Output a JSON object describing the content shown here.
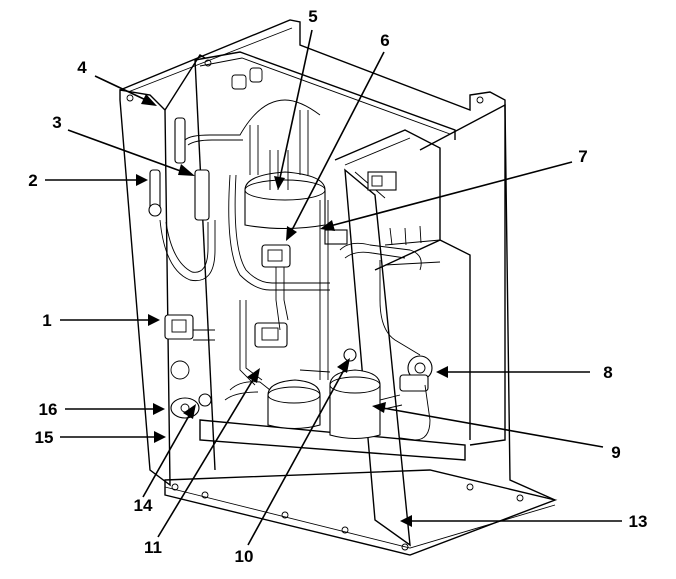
{
  "callouts": [
    {
      "id": "c1",
      "label": "1"
    },
    {
      "id": "c2",
      "label": "2"
    },
    {
      "id": "c3",
      "label": "3"
    },
    {
      "id": "c4",
      "label": "4"
    },
    {
      "id": "c5",
      "label": "5"
    },
    {
      "id": "c6",
      "label": "6"
    },
    {
      "id": "c7",
      "label": "7"
    },
    {
      "id": "c8",
      "label": "8"
    },
    {
      "id": "c9",
      "label": "9"
    },
    {
      "id": "c10",
      "label": "10"
    },
    {
      "id": "c11",
      "label": "11"
    },
    {
      "id": "c13",
      "label": "13"
    },
    {
      "id": "c14",
      "label": "14"
    },
    {
      "id": "c15",
      "label": "15"
    },
    {
      "id": "c16",
      "label": "16"
    }
  ],
  "colors": {
    "ink": "#000000",
    "background": "#ffffff"
  }
}
